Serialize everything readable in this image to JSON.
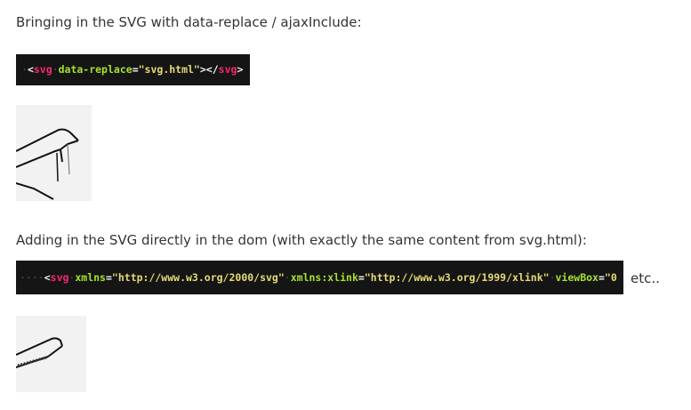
{
  "section1": {
    "heading": "Bringing in the SVG with data-replace / ajaxInclude:",
    "code": {
      "open_bracket": "<",
      "tag": "svg",
      "attr": "data-replace",
      "eq": "=",
      "value": "\"svg.html\"",
      "close_open": "></",
      "close_tag": "svg",
      "end_bracket": ">"
    }
  },
  "section2": {
    "heading": "Adding in the SVG directly in the dom (with exactly the same content from svg.html):",
    "code": {
      "indent": "····",
      "open_bracket": "<",
      "tag": "svg",
      "attr1": "xmlns",
      "value1": "\"http://www.w3.org/2000/svg\"",
      "attr2": "xmlns:xlink",
      "value2": "\"http://www.w3.org/1999/xlink\"",
      "attr3": "viewBox",
      "value3": "\"0",
      "eq": "="
    },
    "trailing_text": "etc.."
  },
  "images": {
    "first": "svg-sketch-image",
    "second": "svg-sketch-image"
  }
}
